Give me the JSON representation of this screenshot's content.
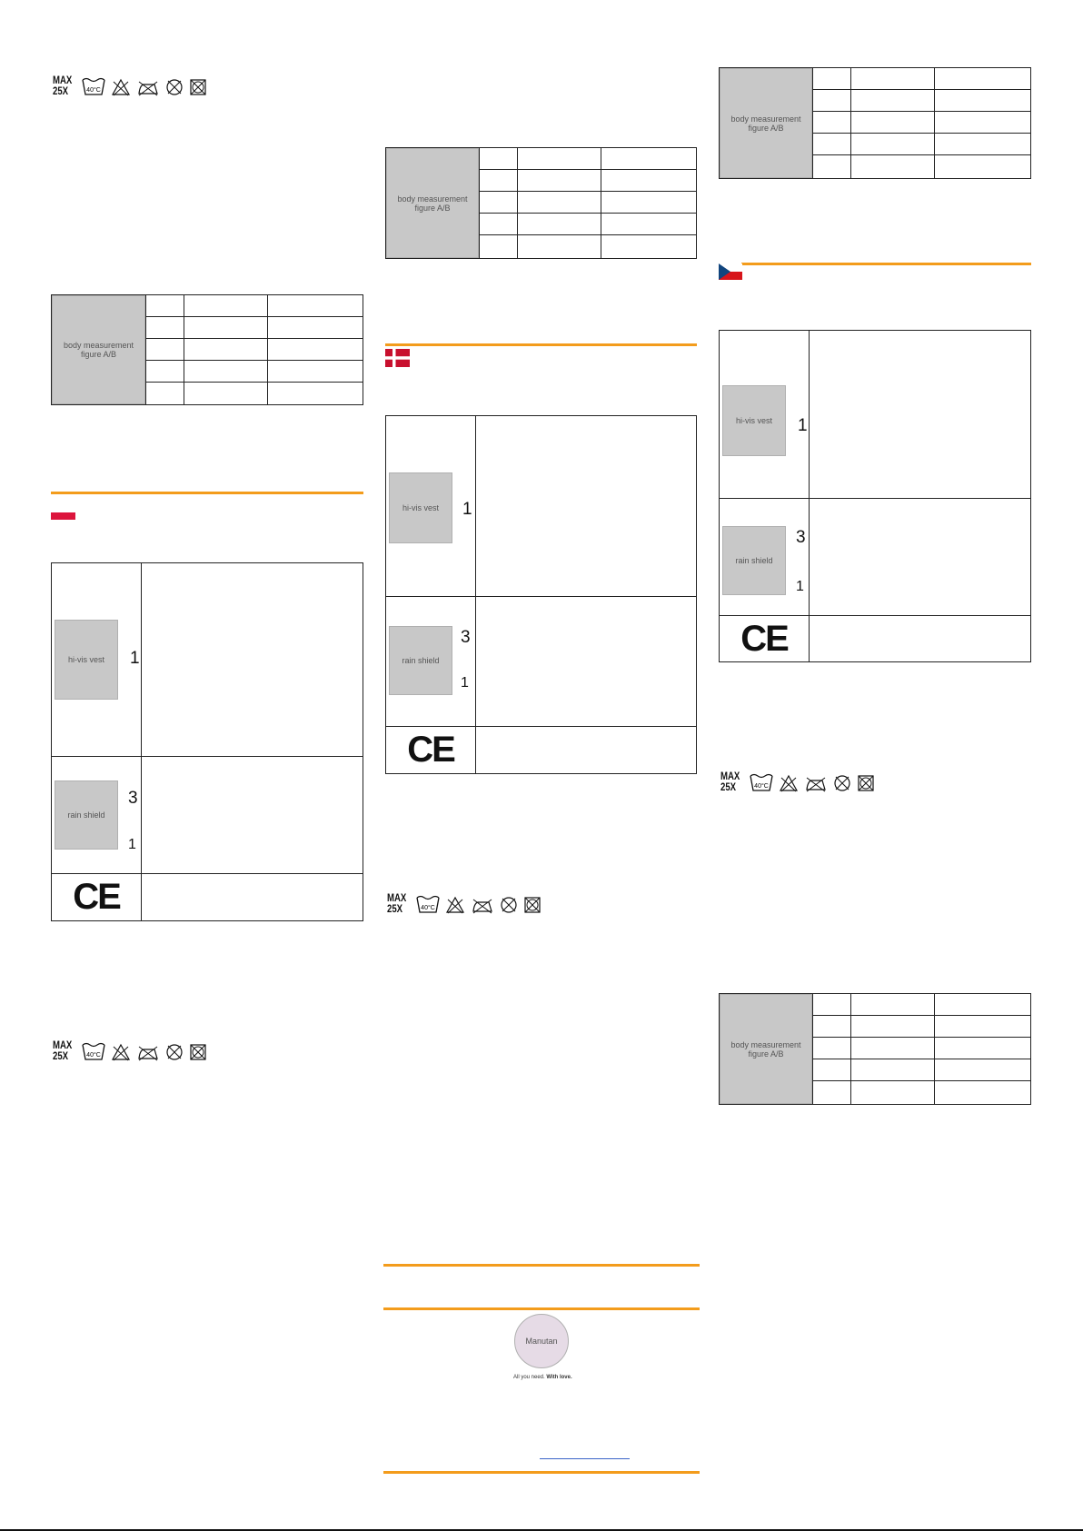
{
  "care_label": {
    "max_line1": "MAX",
    "max_line2": "25X",
    "wash_temp": "40°C"
  },
  "size_diagram": {
    "label_a": "A",
    "label_b": "B"
  },
  "cert": {
    "hivis_class": "1",
    "rain_water_penetration": "3",
    "rain_water_resistance": "1",
    "ce_mark": "CE"
  },
  "flags": {
    "pl": {
      "top": "#ffffff",
      "bottom": "#dc143c"
    },
    "dk": {
      "field": "#c8102e",
      "cross": "#ffffff"
    },
    "cz": {
      "white": "#ffffff",
      "red": "#d7141a",
      "blue": "#11457e"
    }
  },
  "brand": {
    "logo_text": "Manutan",
    "tagline_plain": "All you need.",
    "tagline_bold": " With love."
  },
  "colors": {
    "accent_rule": "#f39c1c",
    "link": "#3a64c8"
  }
}
